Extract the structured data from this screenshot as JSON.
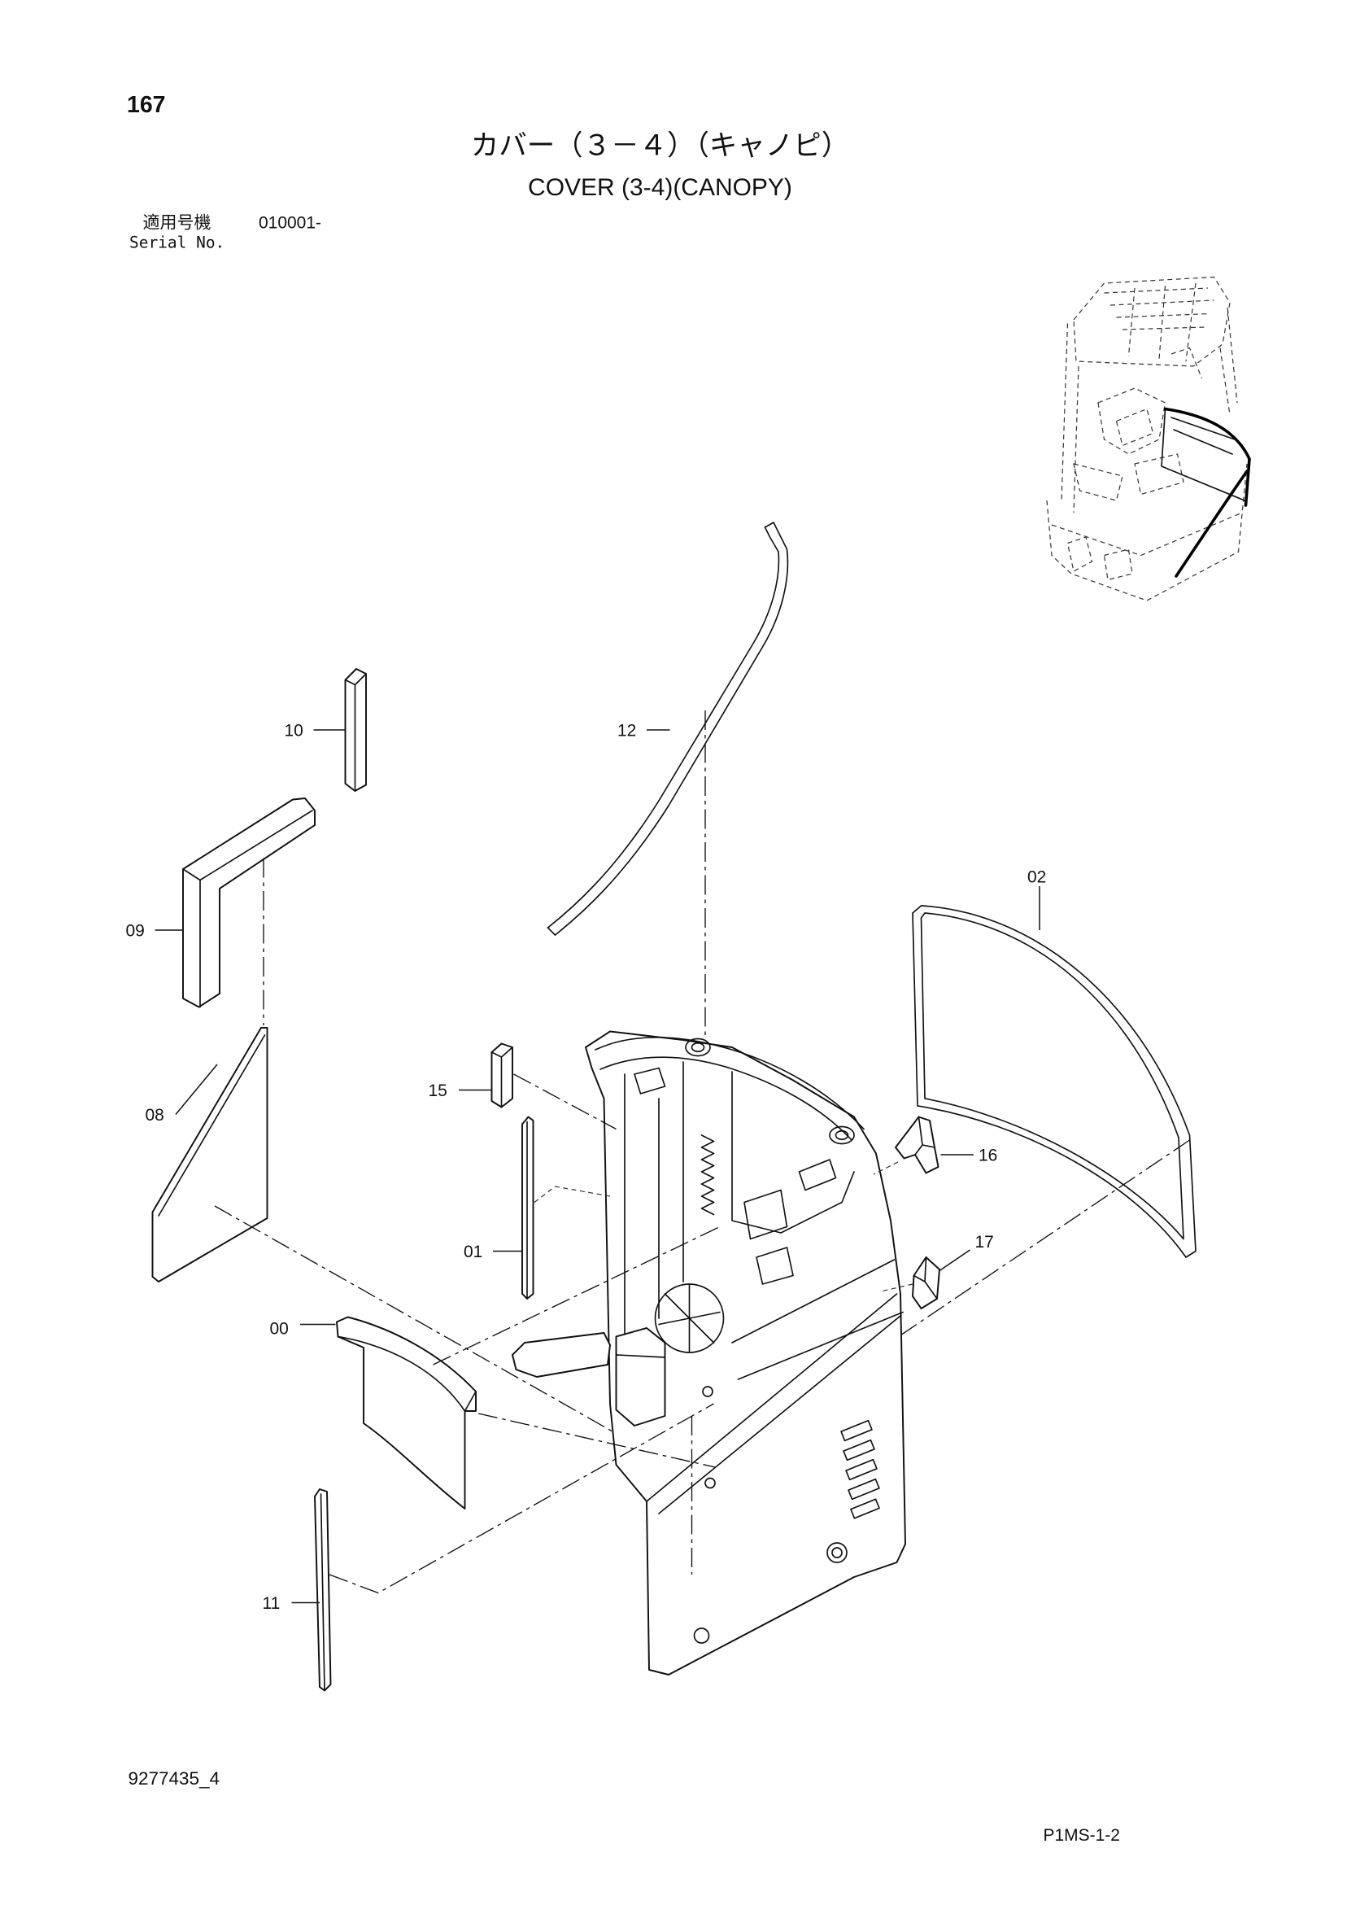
{
  "header": {
    "page_number": "167",
    "title_jp": "カバー（３－４）（キャノピ）",
    "title_en": "COVER (3-4)(CANOPY)",
    "serial_label_jp": "適用号機",
    "serial_value": "010001-",
    "serial_label_en": "Serial No."
  },
  "callouts": [
    "10",
    "12",
    "02",
    "09",
    "08",
    "15",
    "16",
    "17",
    "01",
    "00",
    "11"
  ],
  "footer": {
    "drawing_number": "9277435_4",
    "page_code": "P1MS-1-2"
  }
}
